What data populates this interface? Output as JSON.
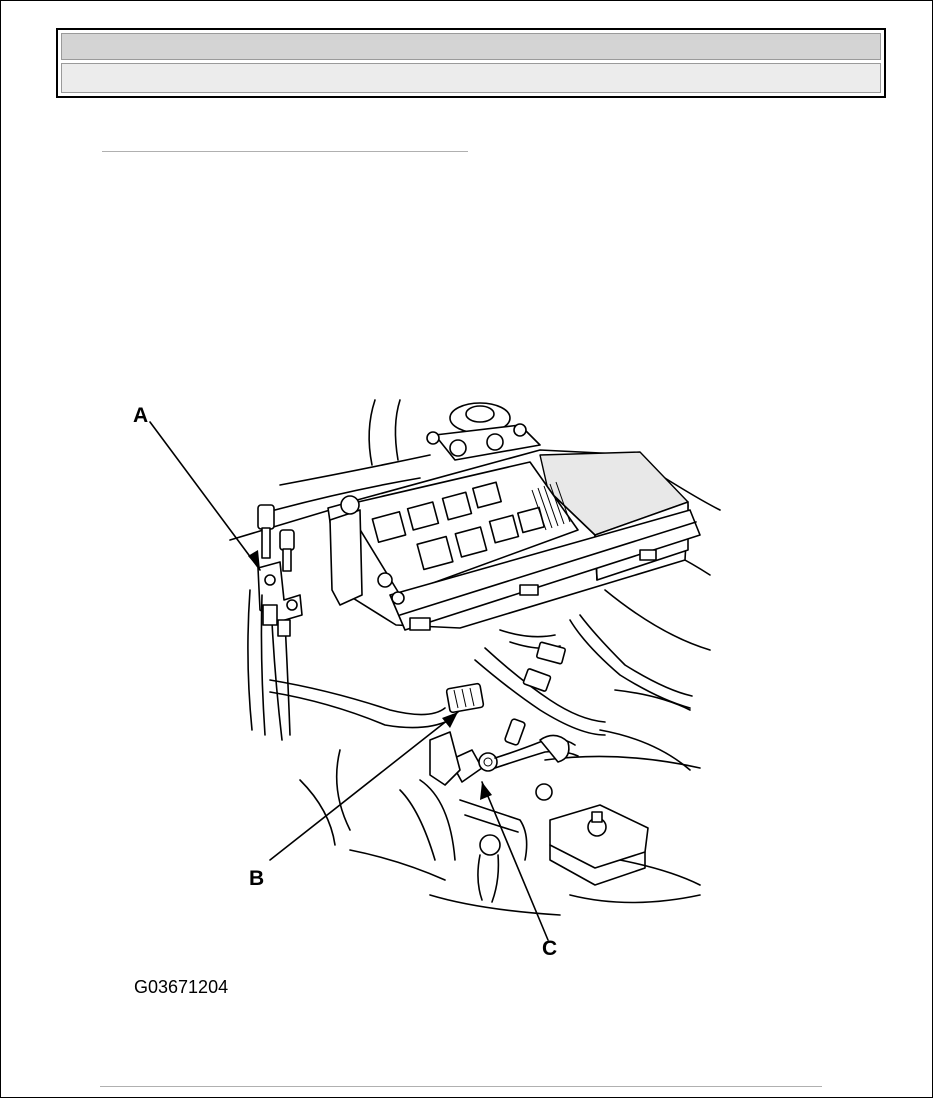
{
  "header": {
    "row1_text": "",
    "row2_text": ""
  },
  "figure": {
    "callouts": {
      "a": "A",
      "b": "B",
      "c": "C"
    },
    "figure_id": "G03671204"
  },
  "icons": {
    "illustration": "under-hood-fuse-relay-box-line-drawing"
  }
}
